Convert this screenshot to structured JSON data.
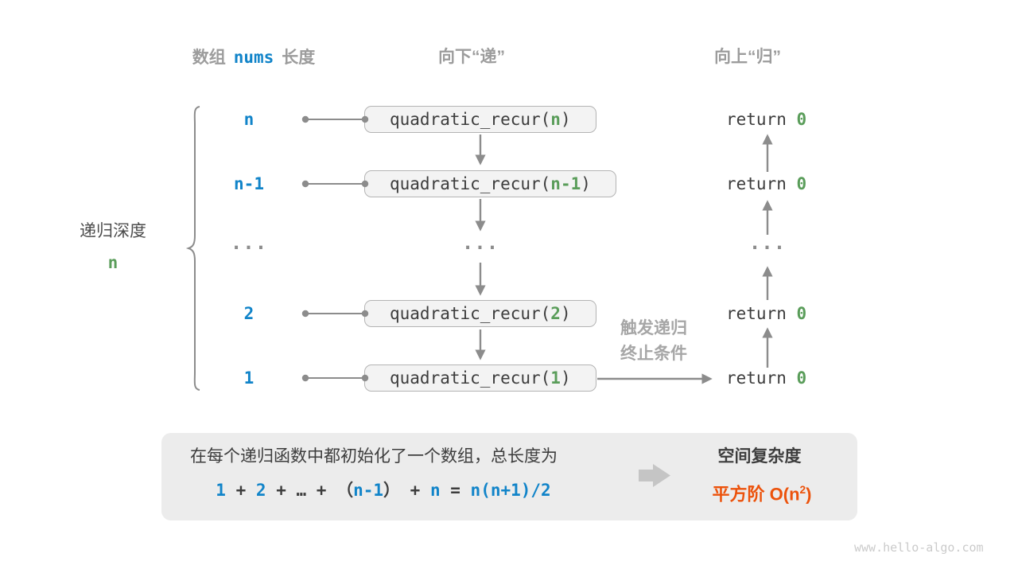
{
  "colors": {
    "blue": "#1184c9",
    "green": "#5a9d5a",
    "orange": "#ec520b",
    "header_gray": "#9c9c9c",
    "code_dark": "#3c3c3c",
    "line_gray": "#8c8c8c",
    "box_fill": "#f3f3f3",
    "box_border": "#b4b4b4",
    "panel_fill": "#ececec"
  },
  "headers": {
    "left_prefix": "数组",
    "left_code": "nums",
    "left_suffix": "长度",
    "down": "向下“递”",
    "up": "向上“归”"
  },
  "depth_brace": {
    "label": "递归深度",
    "value": "n"
  },
  "rows": [
    {
      "depth": "n",
      "call": {
        "prefix": "quadratic_recur(",
        "arg": "n",
        "suffix": ")"
      },
      "ret": {
        "keyword": "return ",
        "value": "0"
      }
    },
    {
      "depth": "n-1",
      "call": {
        "prefix": "quadratic_recur(",
        "arg": "n-1",
        "suffix": ")"
      },
      "ret": {
        "keyword": "return ",
        "value": "0"
      }
    },
    {
      "depth": "...",
      "call_ellipsis": "...",
      "ret_ellipsis": "..."
    },
    {
      "depth": "2",
      "call": {
        "prefix": "quadratic_recur(",
        "arg": "2",
        "suffix": ")"
      },
      "ret": {
        "keyword": "return ",
        "value": "0"
      }
    },
    {
      "depth": "1",
      "call": {
        "prefix": "quadratic_recur(",
        "arg": "1",
        "suffix": ")"
      },
      "ret": {
        "keyword": "return ",
        "value": "0"
      }
    }
  ],
  "trigger_note": {
    "line1": "触发递归",
    "line2": "终止条件"
  },
  "summary": {
    "text": "在每个递归函数中都初始化了一个数组，总长度为",
    "formula_tokens": [
      {
        "t": "1",
        "c": "b"
      },
      {
        "t": " + ",
        "c": "d"
      },
      {
        "t": "2",
        "c": "b"
      },
      {
        "t": " + ",
        "c": "d"
      },
      {
        "t": "…",
        "c": "d"
      },
      {
        "t": " + ",
        "c": "d"
      },
      {
        "t": "（",
        "c": "d"
      },
      {
        "t": "n-1",
        "c": "b"
      },
      {
        "t": "）",
        "c": "d"
      },
      {
        "t": " + ",
        "c": "d"
      },
      {
        "t": "n",
        "c": "b"
      },
      {
        "t": " = ",
        "c": "d"
      },
      {
        "t": "n(n+1)/2",
        "c": "b"
      }
    ]
  },
  "complexity": {
    "title": "空间复杂度",
    "value_prefix": "平方阶 O(n",
    "value_sup": "2",
    "value_suffix": ")"
  },
  "watermark": "www.hello-algo.com"
}
